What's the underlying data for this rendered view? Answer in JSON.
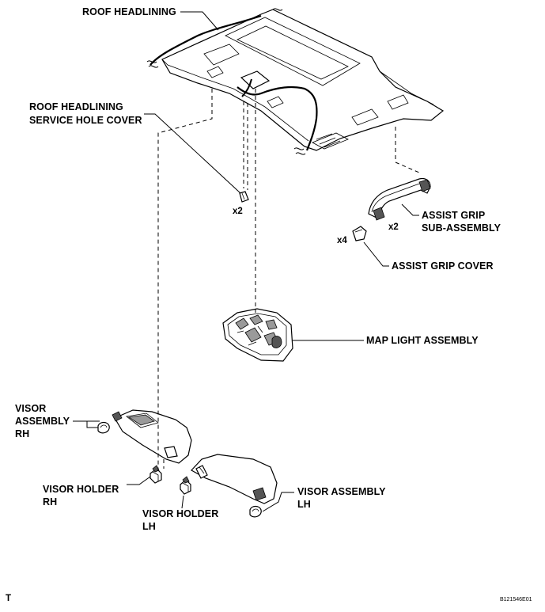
{
  "labels": {
    "roof_headlining": "ROOF HEADLINING",
    "service_hole_cover_1": "ROOF HEADLINING",
    "service_hole_cover_2": "SERVICE HOLE COVER",
    "assist_grip_1": "ASSIST GRIP",
    "assist_grip_2": "SUB-ASSEMBLY",
    "assist_grip_cover": "ASSIST GRIP COVER",
    "map_light": "MAP LIGHT ASSEMBLY",
    "visor_rh_1": "VISOR",
    "visor_rh_2": "ASSEMBLY",
    "visor_rh_3": "RH",
    "visor_holder_rh_1": "VISOR HOLDER",
    "visor_holder_rh_2": "RH",
    "visor_holder_lh_1": "VISOR HOLDER",
    "visor_holder_lh_2": "LH",
    "visor_lh_1": "VISOR ASSEMBLY",
    "visor_lh_2": "LH"
  },
  "quantities": {
    "service_hole_cover": "x2",
    "assist_grip": "x2",
    "assist_grip_cover": "x4"
  },
  "footer": {
    "corner_mark": "T",
    "figure_id": "B121546E01"
  }
}
